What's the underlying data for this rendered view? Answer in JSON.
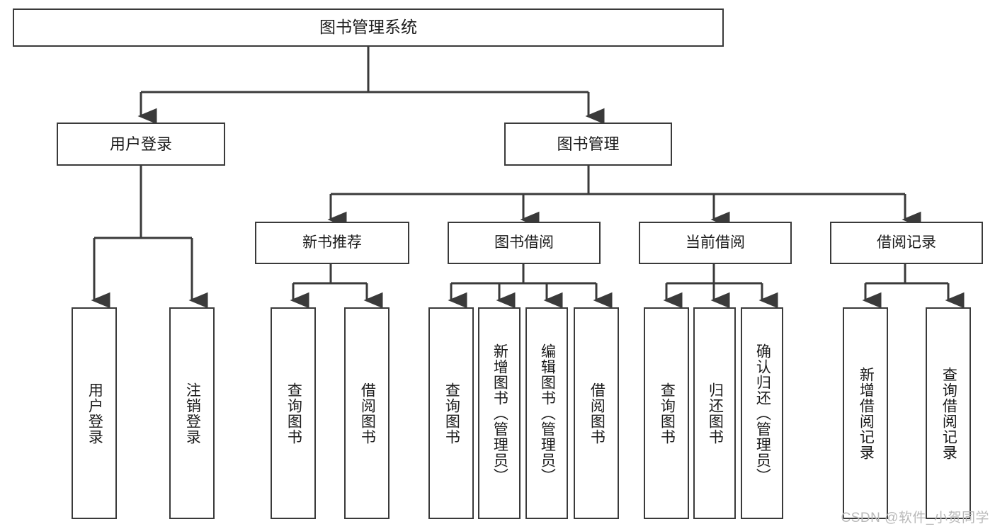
{
  "diagram": {
    "title": "图书管理系统",
    "type": "tree-hierarchy-chart",
    "line_color": "#3a3a3a",
    "background_color": "#ffffff",
    "text_color": "#1b1b1b",
    "root": {
      "label": "图书管理系统"
    },
    "level2": [
      {
        "label": "用户登录"
      },
      {
        "label": "图书管理"
      }
    ],
    "level3": [
      {
        "label": "新书推荐"
      },
      {
        "label": "图书借阅"
      },
      {
        "label": "当前借阅"
      },
      {
        "label": "借阅记录"
      }
    ],
    "leaves": {
      "user_login": [
        {
          "label": "用户登录"
        },
        {
          "label": "注销登录"
        }
      ],
      "new_book_recommend": [
        {
          "label": "查询图书"
        },
        {
          "label": "借阅图书"
        }
      ],
      "book_borrow": [
        {
          "label": "查询图书"
        },
        {
          "label": "新增图书（管理员）"
        },
        {
          "label": "编辑图书（管理员）"
        },
        {
          "label": "借阅图书"
        }
      ],
      "current_borrow": [
        {
          "label": "查询图书"
        },
        {
          "label": "归还图书"
        },
        {
          "label": "确认归还（管理员）"
        }
      ],
      "borrow_record": [
        {
          "label": "新增借阅记录"
        },
        {
          "label": "查询借阅记录"
        }
      ]
    }
  },
  "watermark": {
    "text": "CSDN @软件_小贺同学",
    "color": "#b9b9b9"
  }
}
